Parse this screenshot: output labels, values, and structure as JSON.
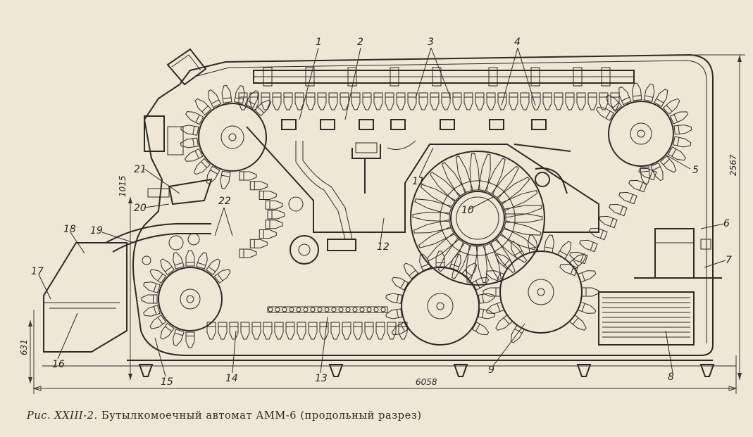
{
  "caption": {
    "figure_label": "Рис. XXIII-2.",
    "text": "Бутылкомоечный автомат АММ-6 (продольный разрез)"
  },
  "dimensions": {
    "overall_length": "6058",
    "overall_height": "2567",
    "lower_height": "631",
    "upper_height": "1015"
  },
  "callouts": [
    {
      "id": "1",
      "label": "1"
    },
    {
      "id": "2",
      "label": "2"
    },
    {
      "id": "3",
      "label": "3"
    },
    {
      "id": "4",
      "label": "4"
    },
    {
      "id": "5",
      "label": "5"
    },
    {
      "id": "6",
      "label": "6"
    },
    {
      "id": "7",
      "label": "7"
    },
    {
      "id": "8",
      "label": "8"
    },
    {
      "id": "9",
      "label": "9"
    },
    {
      "id": "10",
      "label": "10"
    },
    {
      "id": "11",
      "label": "11"
    },
    {
      "id": "12",
      "label": "12"
    },
    {
      "id": "13",
      "label": "13"
    },
    {
      "id": "14",
      "label": "14"
    },
    {
      "id": "15",
      "label": "15"
    },
    {
      "id": "16",
      "label": "16"
    },
    {
      "id": "17",
      "label": "17"
    },
    {
      "id": "18",
      "label": "18"
    },
    {
      "id": "19",
      "label": "19"
    },
    {
      "id": "20",
      "label": "20"
    },
    {
      "id": "21",
      "label": "21"
    },
    {
      "id": "22",
      "label": "22"
    }
  ],
  "colors": {
    "paper": "#efe6d6",
    "ink": "#2e2a26"
  }
}
